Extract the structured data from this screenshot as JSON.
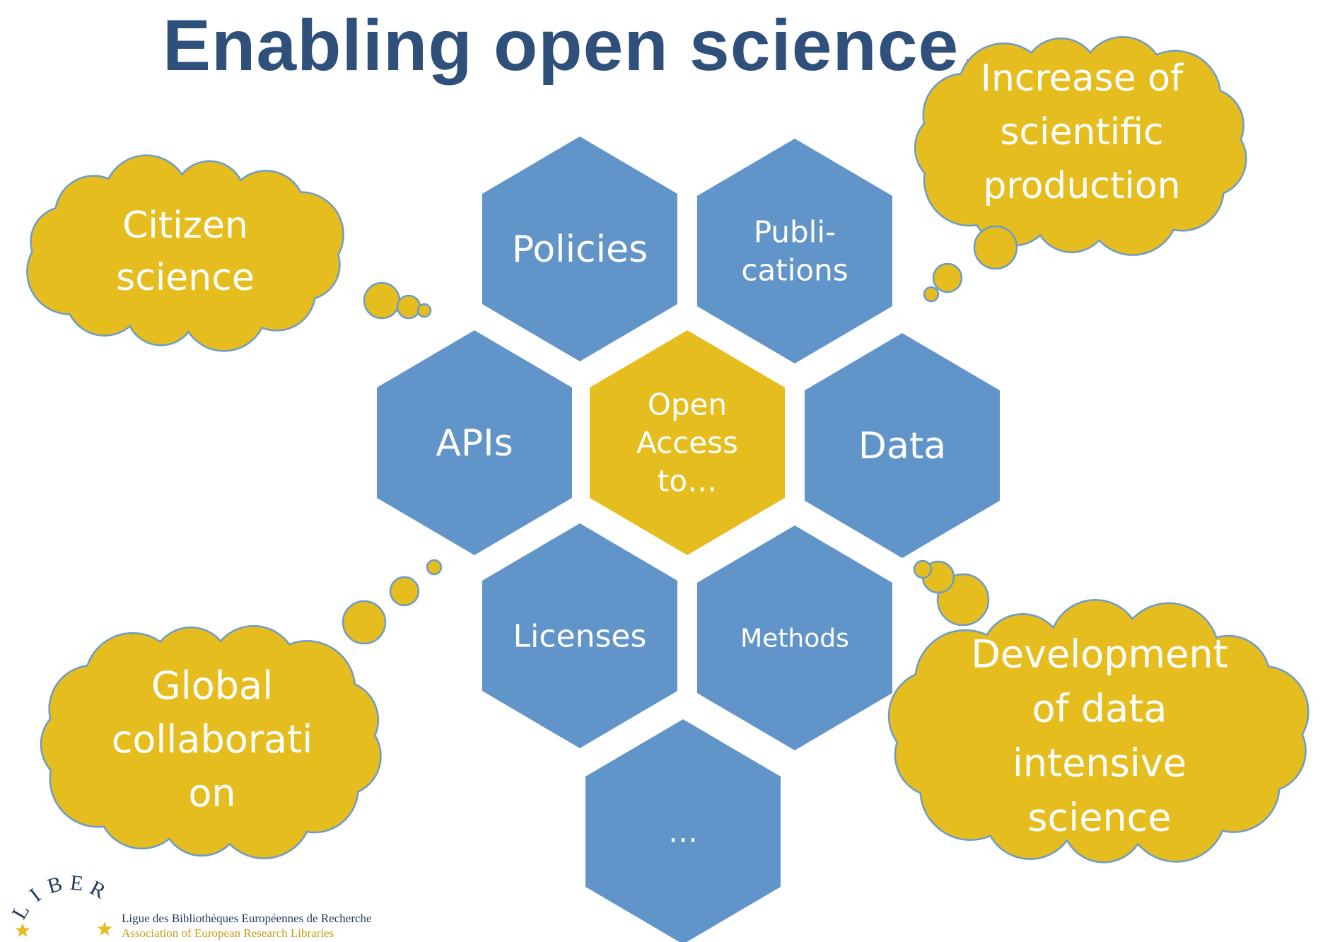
{
  "title": "Enabling open science…",
  "hexagons": [
    {
      "id": "policies",
      "lines": [
        "Policies"
      ],
      "color": "#6194c8"
    },
    {
      "id": "publications",
      "lines": [
        "Publi-",
        "cations"
      ],
      "color": "#6194c8"
    },
    {
      "id": "apis",
      "lines": [
        "APIs"
      ],
      "color": "#6194c8"
    },
    {
      "id": "open-access",
      "lines": [
        "Open",
        "Access",
        "to…"
      ],
      "color": "#e5bd1e"
    },
    {
      "id": "data",
      "lines": [
        "Data"
      ],
      "color": "#6194c8"
    },
    {
      "id": "licenses",
      "lines": [
        "Licenses"
      ],
      "color": "#6194c8"
    },
    {
      "id": "methods",
      "lines": [
        "Methods"
      ],
      "color": "#6194c8"
    },
    {
      "id": "more",
      "lines": [
        "…"
      ],
      "color": "#6194c8"
    }
  ],
  "clouds": [
    {
      "id": "citizen-science",
      "lines": [
        "Citizen",
        "science"
      ]
    },
    {
      "id": "increase-production",
      "lines": [
        "Increase of",
        "scientific",
        "production"
      ]
    },
    {
      "id": "global-collaboration",
      "lines": [
        "Global",
        "collaborati",
        "on"
      ]
    },
    {
      "id": "data-intensive",
      "lines": [
        "Development",
        "of data",
        "intensive",
        "science"
      ]
    }
  ],
  "cloud_color": "#e5bd1e",
  "cloud_outline": "#6d9bc9",
  "logo": {
    "mark": "LIBER",
    "line1": "Ligue des Bibliothèques Européennes de Recherche",
    "line2": "Association of European Research Libraries"
  }
}
